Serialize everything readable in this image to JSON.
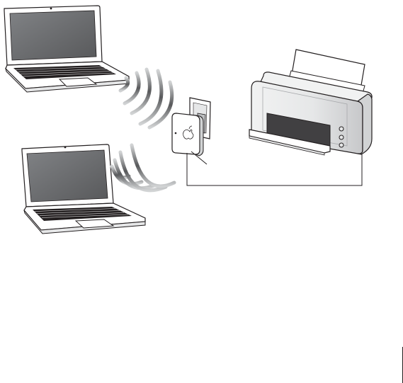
{
  "diagram": {
    "nodes": [
      {
        "id": "laptop-top",
        "kind": "laptop",
        "icon": "laptop-icon"
      },
      {
        "id": "laptop-bottom",
        "kind": "laptop",
        "icon": "laptop-icon"
      },
      {
        "id": "base-station",
        "kind": "wireless-base-station",
        "icon": "airport-express-icon",
        "mounted": "wall-outlet"
      },
      {
        "id": "printer",
        "kind": "printer",
        "icon": "printer-icon"
      }
    ],
    "links": [
      {
        "from": "laptop-top",
        "to": "base-station",
        "medium": "wireless"
      },
      {
        "from": "laptop-bottom",
        "to": "base-station",
        "medium": "wireless"
      },
      {
        "from": "base-station",
        "to": "printer",
        "medium": "cable"
      }
    ]
  },
  "colors": {
    "outline": "#231f20",
    "screen": "#6d6e71",
    "body_light": "#ffffff",
    "body_shade": "#e6e7e8",
    "keys": "#231f20",
    "wave_light": "#d1d3d4",
    "wave_dark": "#58595b",
    "printer_slot": "#414042"
  }
}
